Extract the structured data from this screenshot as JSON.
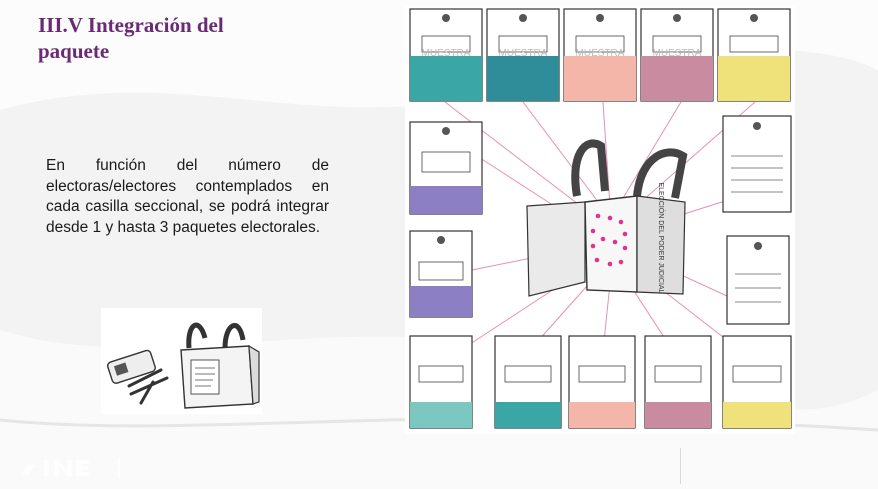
{
  "slide": {
    "title": "III.V Integración del paquete",
    "body": "En función del número de electoras/electores contemplados en cada casilla seccional, se podrá integrar desde 1 y hasta 3 paquetes electorales.",
    "accent_color": "#6a2a75"
  },
  "diagram": {
    "bag_label": "ELECCIÓN DEL PODER JUDICIAL",
    "watermark": "MUESTRA",
    "card_colors": [
      "#3aa7a6",
      "#2f8c99",
      "#f3b6a8",
      "#c98ba0",
      "#f0e27a",
      "#8c7fc4",
      "#7cc7c0"
    ]
  },
  "icons": {
    "brand_logo": "ine-logo-icon",
    "bag": "electoral-bag-icon",
    "seal_tool": "stapler-icon"
  }
}
